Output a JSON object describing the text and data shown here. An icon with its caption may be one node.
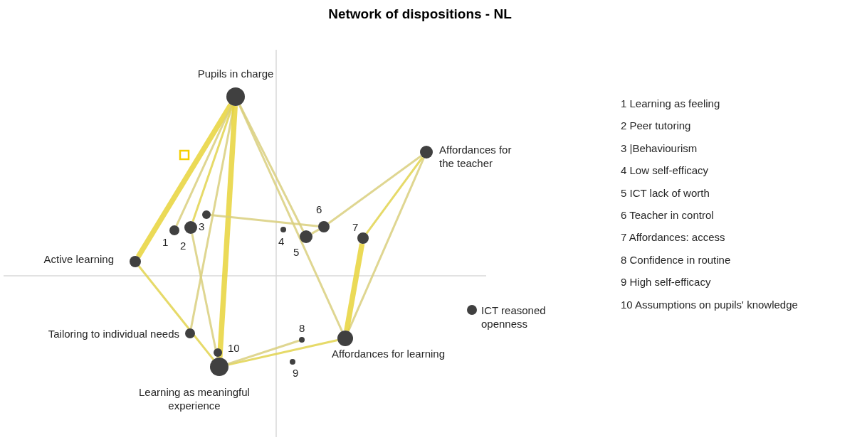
{
  "diagram": {
    "title": "Network of dispositions - NL",
    "nodes": [
      {
        "text": [],
        "shape": "circle",
        "beside": [
          "Pupils in charge"
        ]
      },
      {
        "text": [],
        "shape": "circle",
        "beside": [
          "Affordances for the teacher"
        ]
      },
      {
        "text": [],
        "shape": "circle",
        "beside": [
          "3"
        ]
      },
      {
        "text": [],
        "shape": "circle",
        "beside": [
          "1"
        ]
      },
      {
        "text": [],
        "shape": "circle",
        "beside": [
          "2"
        ]
      },
      {
        "text": [],
        "shape": "circle",
        "beside": [
          "6"
        ]
      },
      {
        "text": [],
        "shape": "circle",
        "beside": [
          "4"
        ]
      },
      {
        "text": [],
        "shape": "circle",
        "beside": [
          "5"
        ]
      },
      {
        "text": [],
        "shape": "circle",
        "beside": [
          "7"
        ]
      },
      {
        "text": [],
        "shape": "circle",
        "beside": [
          "Active learning"
        ]
      },
      {
        "text": [],
        "shape": "circle",
        "beside": [
          "ICT reasoned openness"
        ]
      },
      {
        "text": [],
        "shape": "circle",
        "beside": [
          "Tailoring to individual needs"
        ]
      },
      {
        "text": [],
        "shape": "circle",
        "beside": [
          "Affordances for learning"
        ]
      },
      {
        "text": [],
        "shape": "circle",
        "beside": [
          "8"
        ]
      },
      {
        "text": [],
        "shape": "circle",
        "beside": [
          "10"
        ]
      },
      {
        "text": [],
        "shape": "circle",
        "beside": [
          "9"
        ]
      },
      {
        "text": [],
        "shape": "circle",
        "beside": [
          "Learning as meaningful experience"
        ]
      }
    ],
    "edges": [
      {
        "from": 0,
        "to": 9,
        "arrow": "none",
        "style": "thick",
        "color": "#e8d43a"
      },
      {
        "from": 0,
        "to": 3,
        "arrow": "none"
      },
      {
        "from": 0,
        "to": 4,
        "arrow": "none",
        "color": "#e2d34f"
      },
      {
        "from": 0,
        "to": 11,
        "arrow": "none"
      },
      {
        "from": 0,
        "to": 16,
        "arrow": "none",
        "style": "thick",
        "color": "#e8d43a"
      },
      {
        "from": 0,
        "to": 7,
        "arrow": "none"
      },
      {
        "from": 0,
        "to": 12,
        "arrow": "none"
      },
      {
        "from": 4,
        "to": 16,
        "arrow": "none"
      },
      {
        "from": 2,
        "to": 5,
        "arrow": "none"
      },
      {
        "from": 7,
        "to": 5,
        "arrow": "none"
      },
      {
        "from": 5,
        "to": 1,
        "arrow": "none"
      },
      {
        "from": 8,
        "to": 1,
        "arrow": "none",
        "color": "#e2d34f"
      },
      {
        "from": 1,
        "to": 12,
        "arrow": "none"
      },
      {
        "from": 8,
        "to": 12,
        "arrow": "none",
        "style": "thick",
        "color": "#e8d43a"
      },
      {
        "from": 9,
        "to": 16,
        "arrow": "none",
        "color": "#e2d34f"
      },
      {
        "from": 16,
        "to": 12,
        "arrow": "none",
        "color": "#e2d34f"
      },
      {
        "from": 16,
        "to": 13,
        "arrow": "none"
      }
    ],
    "labels": [
      "1 Learning as feeling",
      "2 Peer tutoring",
      "3 |Behaviourism",
      "4 Low self-efficacy",
      "5 ICT lack of worth",
      "6 Teacher in control",
      "7 Affordances: access",
      "8 Confidence in routine",
      "9 High self-efficacy",
      "10 Assumptions on pupils' knowledge"
    ]
  }
}
